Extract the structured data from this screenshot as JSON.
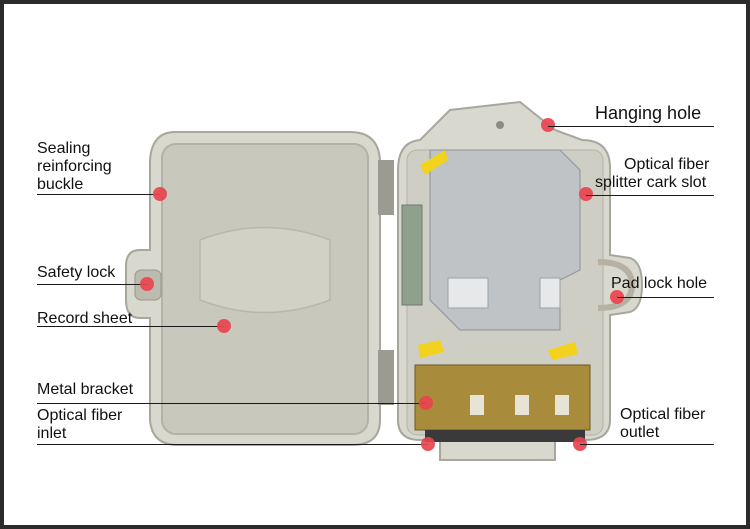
{
  "labels": {
    "sealing": [
      "Sealing",
      "reinforcing",
      "buckle"
    ],
    "safety_lock": "Safety lock",
    "record_sheet": "Record sheet",
    "metal_bracket": "Metal bracket",
    "fiber_inlet": [
      "Optical fiber",
      "inlet"
    ],
    "hanging_hole": "Hanging hole",
    "splitter_slot": [
      "Optical fiber",
      "splitter cark slot"
    ],
    "pad_lock": "Pad lock hole",
    "fiber_outlet": [
      "Optical fiber",
      "outlet"
    ]
  },
  "colors": {
    "marker": "#e8444f",
    "box_body": "#d9d8cf",
    "box_inner": "#c9c8bd",
    "tray": "#bfc3c6",
    "latch": "#f2d21c"
  }
}
